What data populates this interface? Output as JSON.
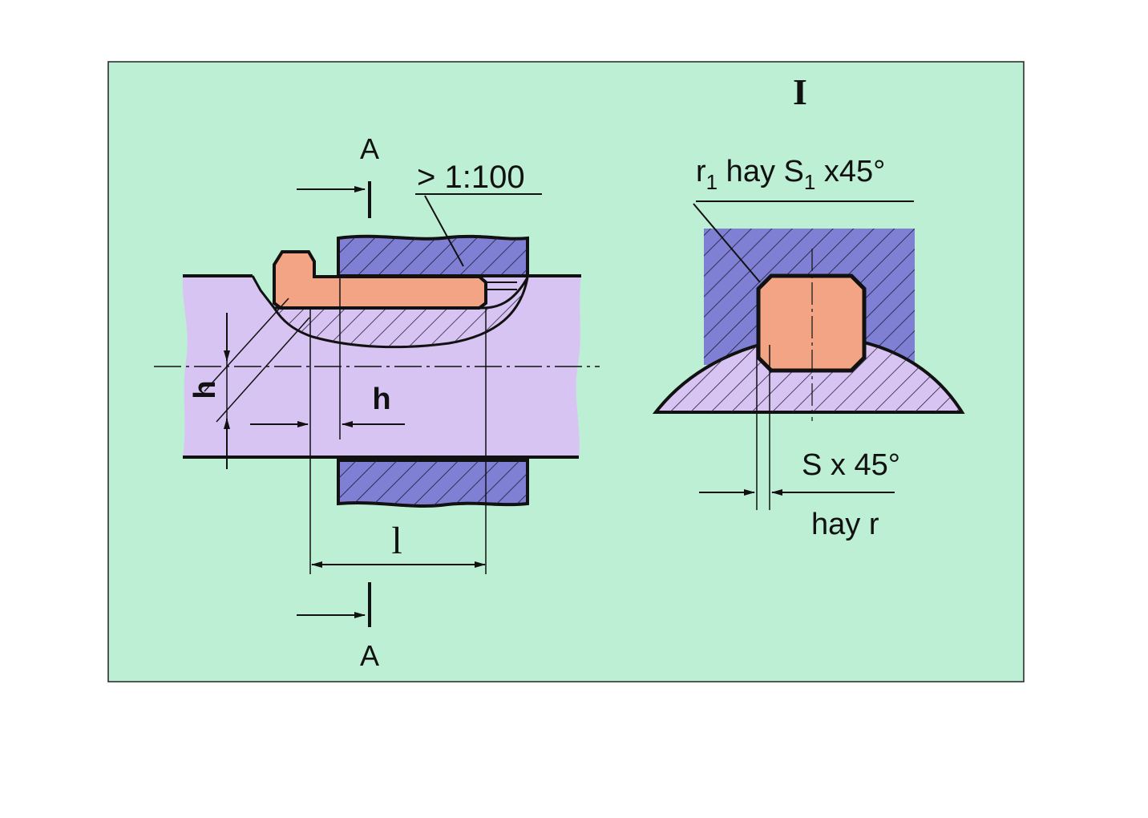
{
  "section_label_top": "A",
  "section_label_bottom": "A",
  "taper_label": "> 1:100",
  "detail_label": "I",
  "key_height_label_vertical": "h",
  "key_height_label_horizontal": "h",
  "key_length_label": "l",
  "detail_chamfer_top": {
    "r": "r",
    "r_sub": "1",
    "mid": " hay S",
    "s_sub": "1",
    "end": " x45°"
  },
  "detail_chamfer_bottom_1": "S x 45°",
  "detail_chamfer_bottom_2": "hay r",
  "colors": {
    "background": "#bcefd4",
    "shaft": "#d8c4f2",
    "hub": "#7f80d4",
    "key": "#f2a484",
    "hatch": "#1a1a40",
    "line": "#111111"
  }
}
